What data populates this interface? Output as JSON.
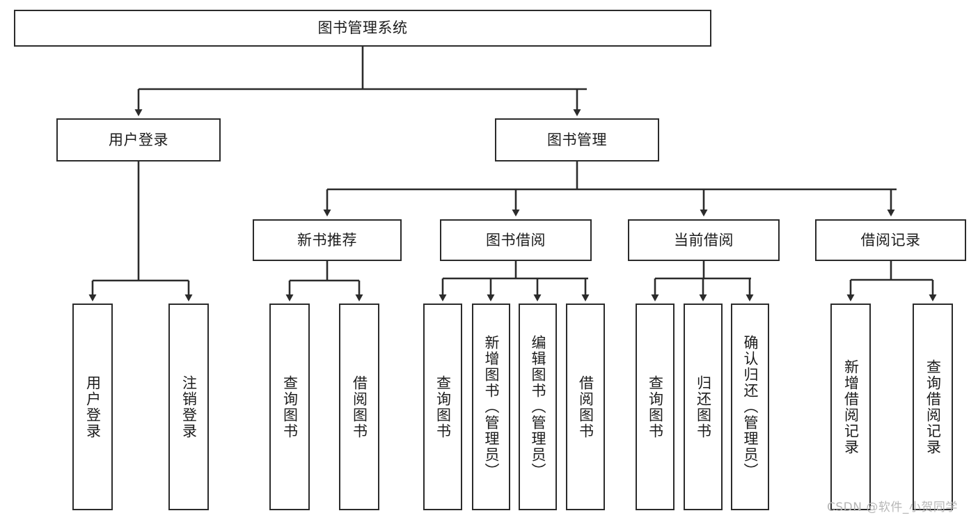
{
  "diagram": {
    "title": "图书管理系统",
    "type": "hierarchy-tree",
    "orientation": "top-down",
    "levels": 4,
    "colors": {
      "box_border": "#2b2b2b",
      "box_fill": "#ffffff",
      "connector": "#2b2b2b",
      "text": "#1c1c1c",
      "watermark": "#b7b7b7"
    }
  },
  "root": {
    "label": "图书管理系统"
  },
  "level2": [
    {
      "label": "用户登录"
    },
    {
      "label": "图书管理"
    }
  ],
  "level3": [
    {
      "label": "新书推荐"
    },
    {
      "label": "图书借阅"
    },
    {
      "label": "当前借阅"
    },
    {
      "label": "借阅记录"
    }
  ],
  "leaves": {
    "user_login": [
      {
        "label": "用户登录"
      },
      {
        "label": "注销登录"
      }
    ],
    "new_book_recommend": [
      {
        "label": "查询图书"
      },
      {
        "label": "借阅图书"
      }
    ],
    "book_borrow": [
      {
        "label": "查询图书"
      },
      {
        "label": "新增图书（管理员）"
      },
      {
        "label": "编辑图书（管理员）"
      },
      {
        "label": "借阅图书"
      }
    ],
    "current_borrow": [
      {
        "label": "查询图书"
      },
      {
        "label": "归还图书"
      },
      {
        "label": "确认归还（管理员）"
      }
    ],
    "borrow_record": [
      {
        "label": "新增借阅记录"
      },
      {
        "label": "查询借阅记录"
      }
    ]
  },
  "watermark": {
    "text": "CSDN @软件_小贺同学"
  }
}
